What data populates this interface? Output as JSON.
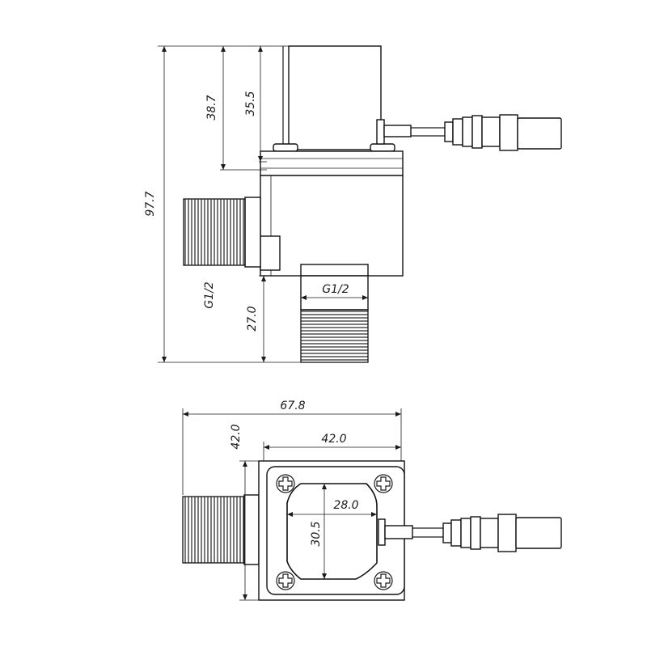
{
  "side_view": {
    "dim_total_height": "97.7",
    "dim_upper_height": "38.7",
    "dim_cap_height": "35.5",
    "dim_outlet_length": "27.0",
    "thread_inlet": "G1/2",
    "thread_outlet": "G1/2"
  },
  "top_view": {
    "dim_total_width": "67.8",
    "dim_body_width": "42.0",
    "dim_body_height": "42.0",
    "dim_window_width": "28.0",
    "dim_window_height": "30.5"
  }
}
